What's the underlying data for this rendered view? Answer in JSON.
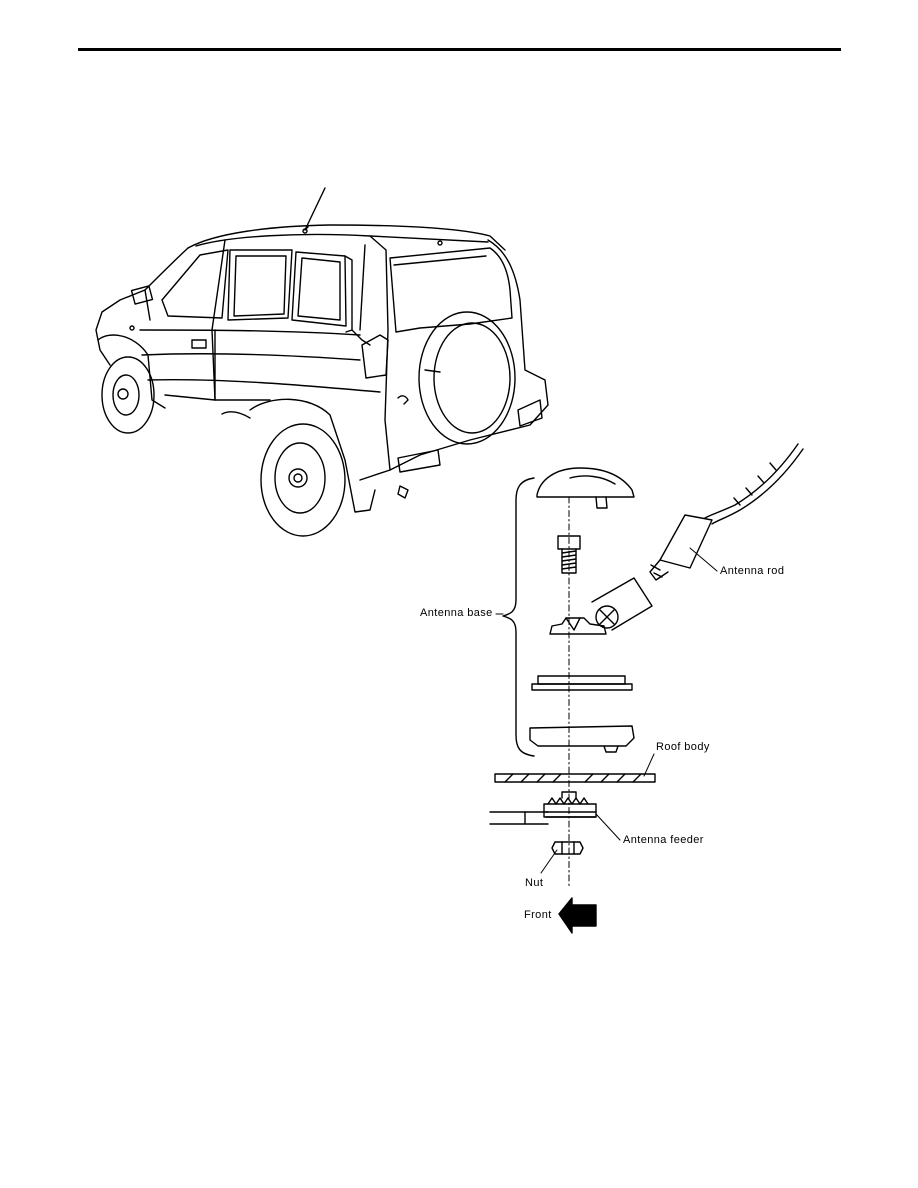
{
  "labels": {
    "antenna_base": "Antenna base",
    "antenna_rod": "Antenna rod",
    "roof_body": "Roof body",
    "antenna_feeder": "Antenna feeder",
    "nut": "Nut",
    "front": "Front"
  },
  "colors": {
    "line": "#000000",
    "background": "#ffffff"
  }
}
